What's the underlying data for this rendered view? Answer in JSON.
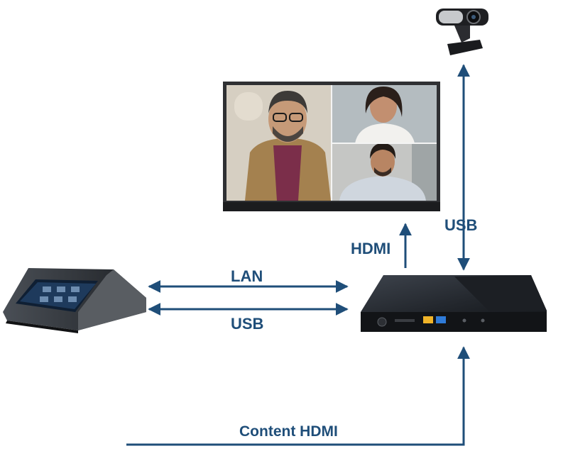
{
  "labels": {
    "lan": "LAN",
    "usb_lower": "USB",
    "hdmi": "HDMI",
    "usb_upper": "USB",
    "content_hdmi": "Content HDMI"
  },
  "colors": {
    "arrow": "#1f4e79",
    "label": "#1f4e79",
    "device_body": "#2a2e34",
    "screen_bezel": "#3a3a3a"
  },
  "icons": {
    "webcam": "webcam-icon",
    "display": "display-icon",
    "touch_panel": "touch-panel-icon",
    "compute": "compute-box-icon"
  }
}
